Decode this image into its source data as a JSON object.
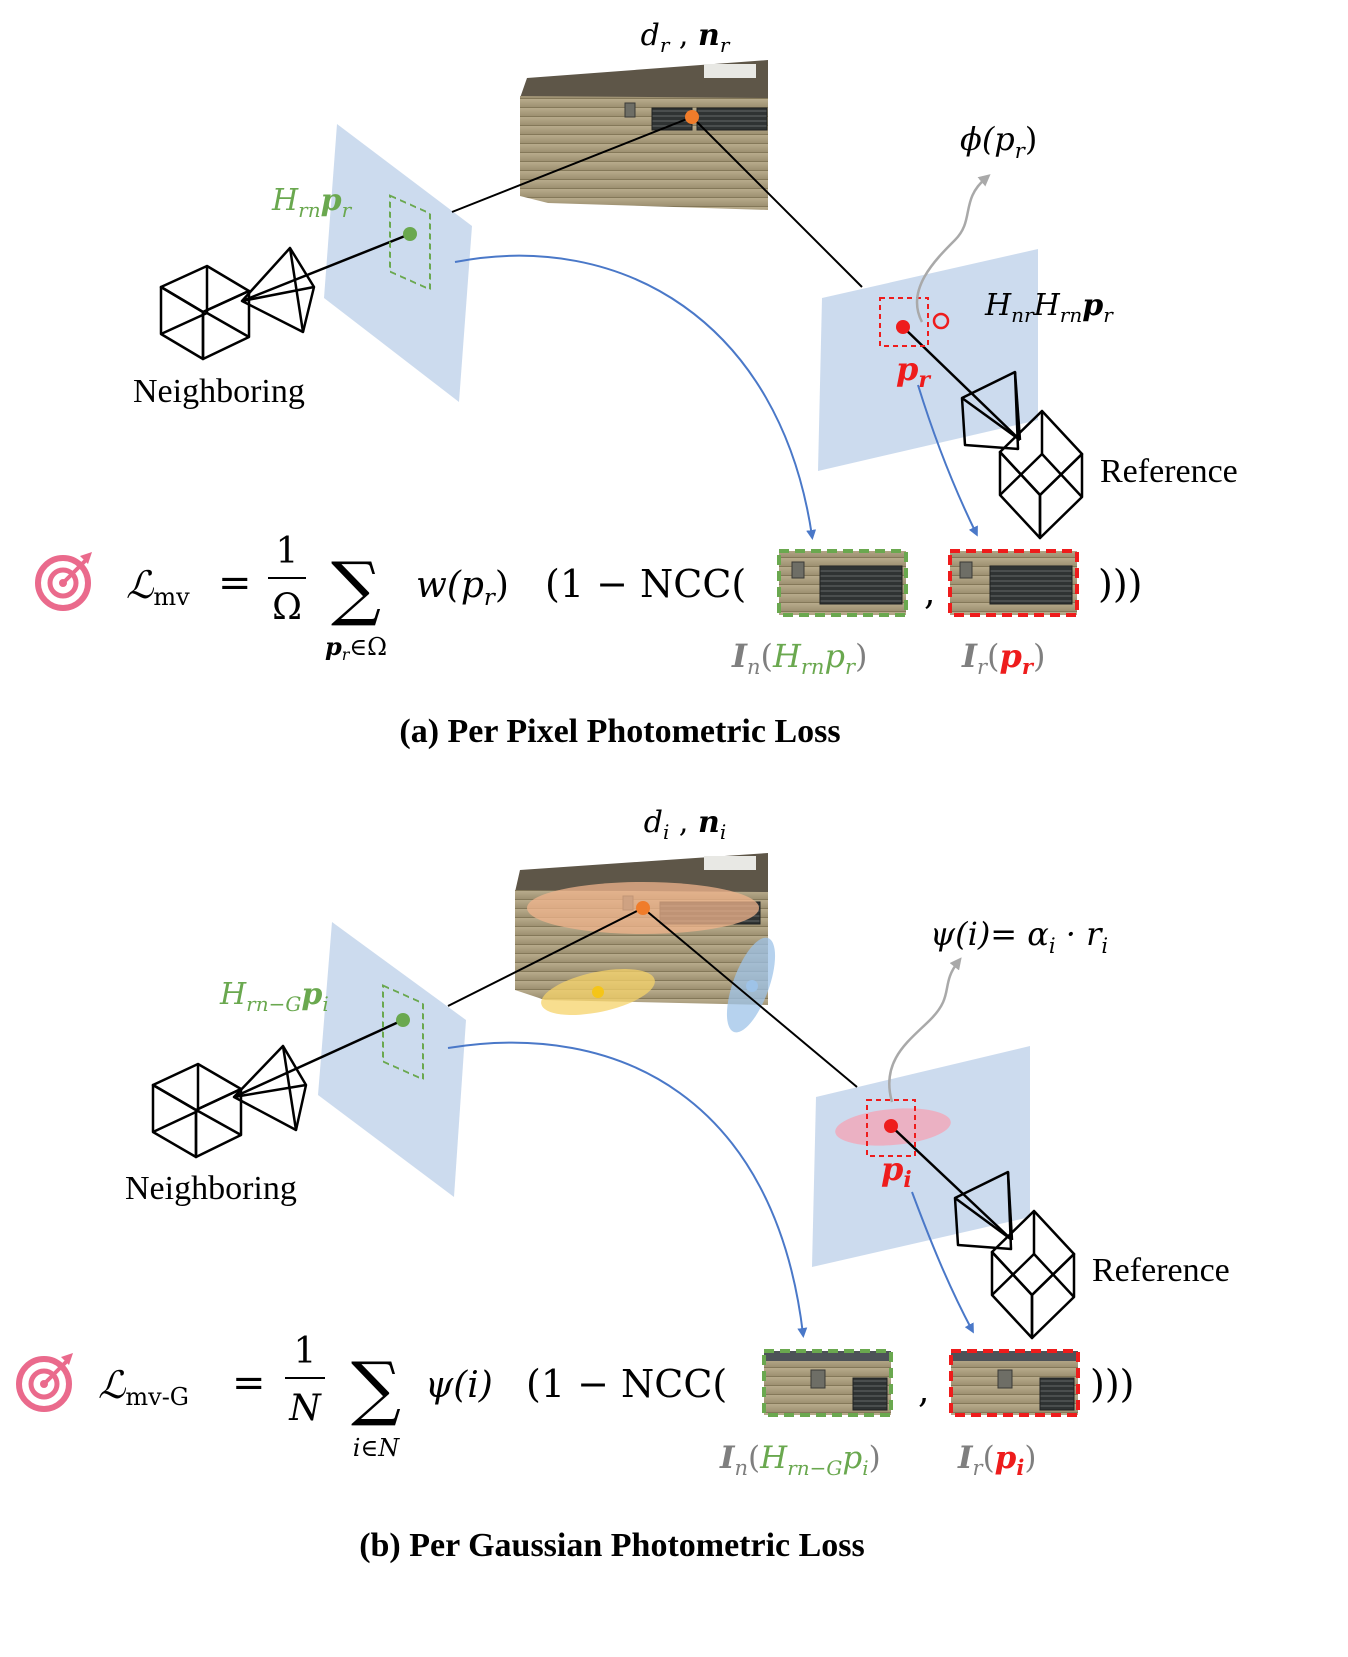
{
  "colors": {
    "image_plane": "#c7d7ec",
    "ray": "#000000",
    "arc": "#4a78c8",
    "gray_arrow": "#a9a9a9",
    "green": "#6aa84f",
    "red": "#ee1c1c",
    "orange": "#f07c2a",
    "target_icon": "#ea6a8c",
    "gaussian_orange": "#f0b48c",
    "gaussian_yellow": "#f5d36a",
    "gaussian_blue": "#9ec3e8",
    "wall": "#a89a7a",
    "roof": "#5e5648",
    "vent": "#3f4242"
  },
  "panel_a": {
    "top_label": {
      "d": "d",
      "d_sub": "r",
      "sep": " , ",
      "n": "n",
      "n_sub": "r"
    },
    "neighbor_label": "Neighboring",
    "reference_label": "Reference",
    "phi": "ϕ(p",
    "phi_sub": "r",
    "phi_close": ")",
    "h_left": {
      "main": "H",
      "sub": "rn",
      "p": "p",
      "p_sub": "r"
    },
    "h_right": {
      "h1": "H",
      "h1_sub": "nr",
      "h2": "H",
      "h2_sub": "rn",
      "p": "p",
      "p_sub": "r"
    },
    "p_ref": {
      "p": "p",
      "sub": "r"
    },
    "eq": {
      "L": "ℒ",
      "L_sub": "mv",
      "eq": "=",
      "num": "1",
      "den": "Ω",
      "sigma": "∑",
      "sum_sub": "p",
      "sum_sub_r": "r",
      "sum_sub_in": "∈Ω",
      "w": "w(p",
      "w_sub": "r",
      "w_close": ")",
      "ncc": "(1 − NCC(",
      "comma": ",",
      "close": ")))"
    },
    "patch_n": {
      "I": "I",
      "I_sub": "n",
      "open": "(",
      "H": "H",
      "H_sub": "rn",
      "p": "p",
      "p_sub": "r",
      "close": ")"
    },
    "patch_r": {
      "I": "I",
      "I_sub": "r",
      "open": "(",
      "p": "p",
      "p_sub": "r",
      "close": ")"
    },
    "caption": "(a) Per Pixel Photometric Loss"
  },
  "panel_b": {
    "top_label": {
      "d": "d",
      "d_sub": "i",
      "sep": " , ",
      "n": "n",
      "n_sub": "i"
    },
    "neighbor_label": "Neighboring",
    "reference_label": "Reference",
    "psi": "ψ(i)= α",
    "psi_sub": "i",
    "psi_dot": " · r",
    "psi_sub2": "i",
    "h_left": {
      "main": "H",
      "sub": "rn−G",
      "p": "p",
      "p_sub": "i"
    },
    "p_ref": {
      "p": "p",
      "sub": "i"
    },
    "eq": {
      "L": "ℒ",
      "L_sub": "mv-G",
      "eq": "=",
      "num": "1",
      "den": "N",
      "sigma": "∑",
      "sum_sub": "i∈N",
      "psi": "ψ(i)",
      "ncc": "(1 − NCC(",
      "comma": ",",
      "close": ")))"
    },
    "patch_n": {
      "I": "I",
      "I_sub": "n",
      "open": "(",
      "H": "H",
      "H_sub": "rn−G",
      "p": "p",
      "p_sub": "i",
      "close": ")"
    },
    "patch_r": {
      "I": "I",
      "I_sub": "r",
      "open": "(",
      "p": "p",
      "p_sub": "i",
      "close": ")"
    },
    "caption": "(b) Per Gaussian Photometric Loss"
  }
}
